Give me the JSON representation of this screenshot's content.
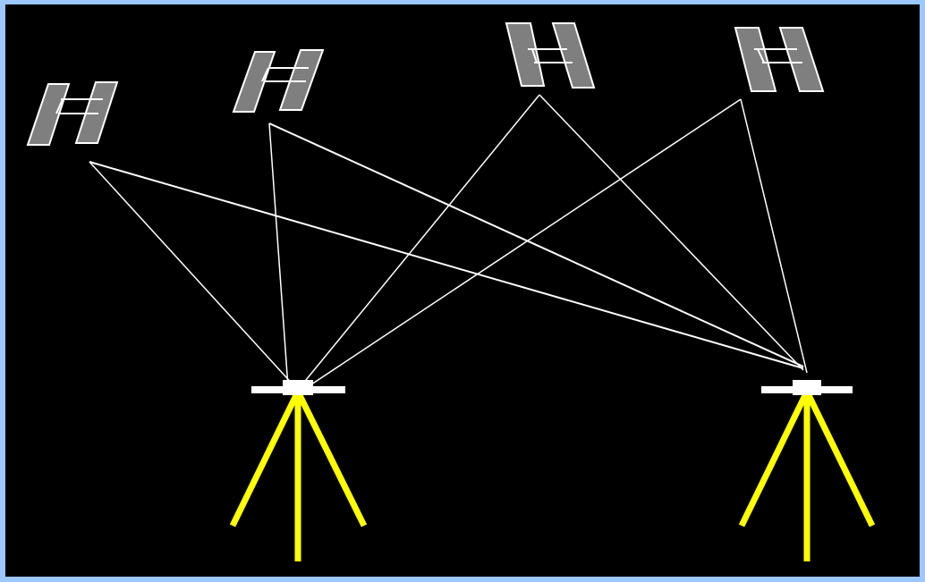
{
  "diagram": {
    "description_visible_text": "",
    "colors": {
      "frame": "#9cc7ff",
      "background": "#000000",
      "satellite_fill": "#7f7f7f",
      "satellite_outline": "#ffffff",
      "signal_lines": "#ffffff",
      "tripod_legs": "#ffff00",
      "receiver_head": "#ffffff"
    },
    "satellites": [
      {
        "name": "satellite-1",
        "icon": "satellite-icon"
      },
      {
        "name": "satellite-2",
        "icon": "satellite-icon"
      },
      {
        "name": "satellite-3",
        "icon": "satellite-icon"
      },
      {
        "name": "satellite-4",
        "icon": "satellite-icon"
      }
    ],
    "receivers": [
      {
        "name": "receiver-left",
        "icon": "gps-tripod-icon"
      },
      {
        "name": "receiver-right",
        "icon": "gps-tripod-icon"
      }
    ],
    "signal_links": [
      {
        "from": "satellite-1",
        "to": "receiver-left"
      },
      {
        "from": "satellite-1",
        "to": "receiver-right"
      },
      {
        "from": "satellite-2",
        "to": "receiver-left"
      },
      {
        "from": "satellite-2",
        "to": "receiver-right"
      },
      {
        "from": "satellite-3",
        "to": "receiver-left"
      },
      {
        "from": "satellite-3",
        "to": "receiver-right"
      },
      {
        "from": "satellite-4",
        "to": "receiver-left"
      },
      {
        "from": "satellite-4",
        "to": "receiver-right"
      }
    ]
  }
}
